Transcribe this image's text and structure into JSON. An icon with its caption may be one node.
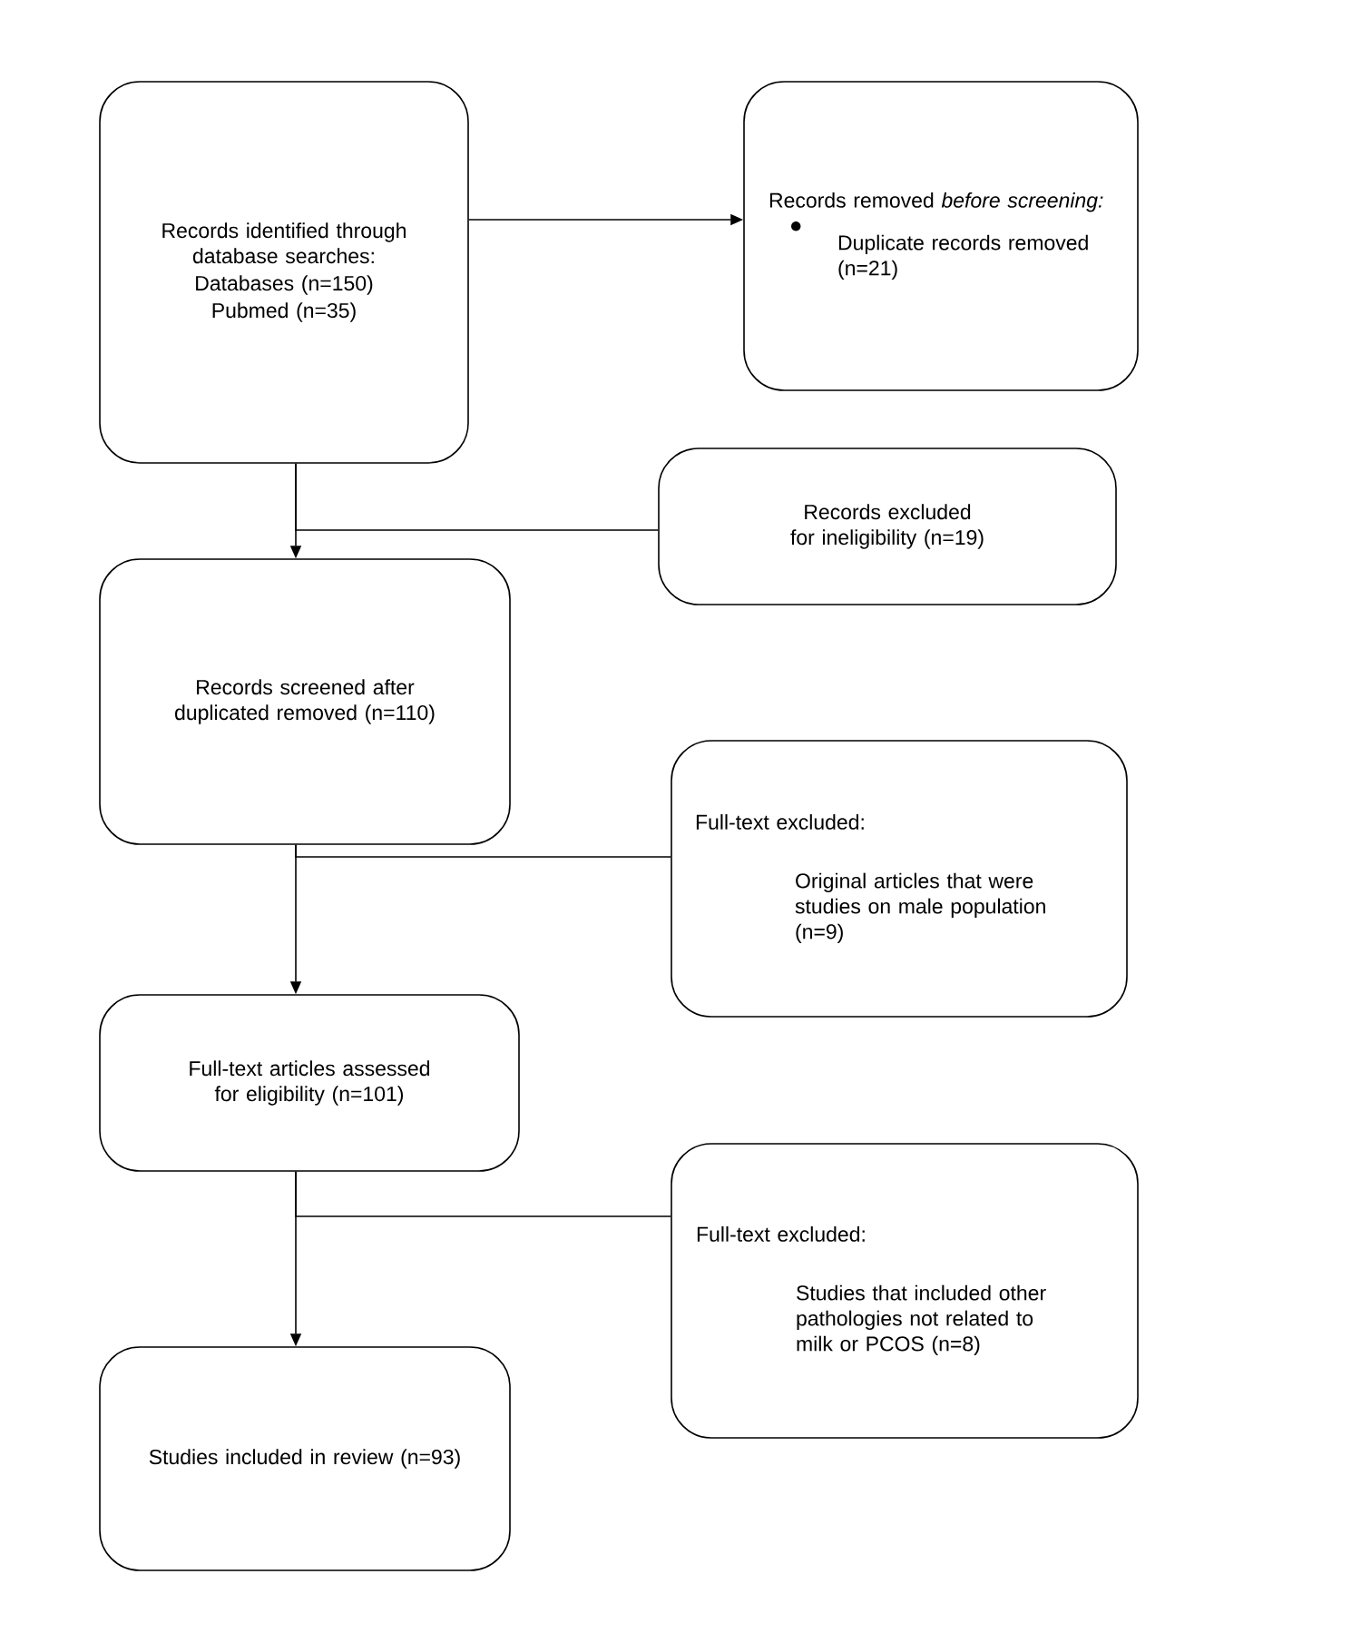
{
  "diagram": {
    "nodes": [
      {
        "text": [
          "Records identified through database searches:",
          "Databases (n=150)",
          "Pubmed (n=35)"
        ]
      },
      {
        "text": [
          "Records removed *before screening:*",
          "Duplicate records removed (n=21)"
        ]
      },
      {
        "text": [
          "Records excluded for ineligibility (n=19)"
        ]
      },
      {
        "text": [
          "Records screened after duplicated removed (n=110)"
        ]
      },
      {
        "text": [
          "Full-text excluded:",
          "Original articles that were studies on male population (n=9)"
        ]
      },
      {
        "text": [
          "Full-text articles assessed for eligibility (n=101)"
        ]
      },
      {
        "text": [
          "Full-text excluded:",
          "Studies that included other pathologies not related to milk or PCOS (n=8)"
        ]
      },
      {
        "text": [
          "Studies included in review (n=93)"
        ]
      }
    ],
    "edges": [
      {
        "from": 0,
        "to": 1,
        "arrow": "to"
      },
      {
        "from": 0,
        "to": 3,
        "arrow": "to"
      },
      {
        "from": 0,
        "to": 2,
        "arrow": "none"
      },
      {
        "from": 3,
        "to": 5,
        "arrow": "to"
      },
      {
        "from": 3,
        "to": 4,
        "arrow": "none"
      },
      {
        "from": 5,
        "to": 7,
        "arrow": "to"
      },
      {
        "from": 5,
        "to": 6,
        "arrow": "none"
      }
    ]
  }
}
